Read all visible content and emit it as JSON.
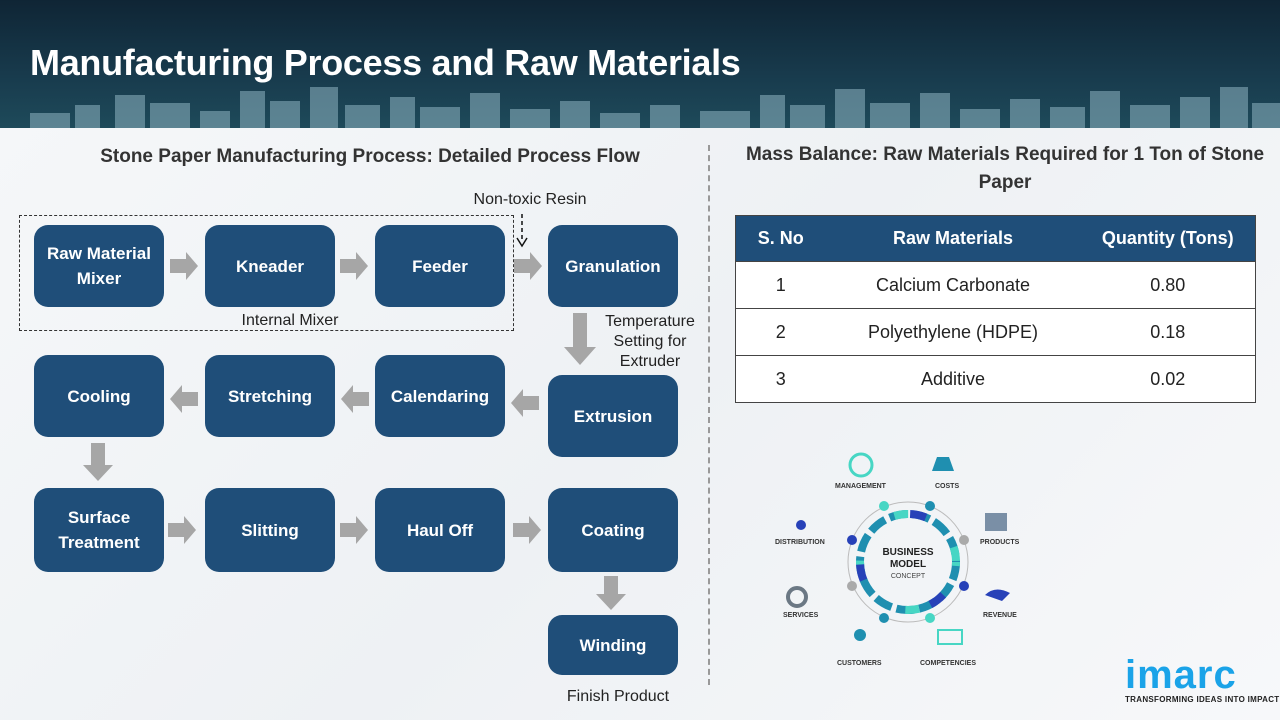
{
  "header": {
    "title": "Manufacturing Process and Raw Materials"
  },
  "process": {
    "title": "Stone Paper Manufacturing Process: Detailed Process Flow",
    "steps": [
      "Raw Material Mixer",
      "Kneader",
      "Feeder",
      "Granulation",
      "Extrusion",
      "Calendaring",
      "Stretching",
      "Cooling",
      "Surface Treatment",
      "Slitting",
      "Haul Off",
      "Coating",
      "Winding"
    ],
    "notes": {
      "resin": "Non-toxic Resin",
      "internal_mixer": "Internal Mixer",
      "temperature": "Temperature Setting for Extruder",
      "finish": "Finish Product"
    }
  },
  "mass_balance": {
    "title": "Mass Balance: Raw Materials Required for 1 Ton of Stone Paper",
    "columns": [
      "S. No",
      "Raw Materials",
      "Quantity (Tons)"
    ],
    "rows": [
      [
        "1",
        "Calcium Carbonate",
        "0.80"
      ],
      [
        "2",
        "Polyethylene (HDPE)",
        "0.18"
      ],
      [
        "3",
        "Additive",
        "0.02"
      ]
    ]
  },
  "business_model": {
    "center": [
      "BUSINESS",
      "MODEL",
      "CONCEPT"
    ],
    "labels": [
      "MANAGEMENT",
      "COSTS",
      "PRODUCTS",
      "REVENUE",
      "COMPETENCIES",
      "CUSTOMERS",
      "SERVICES",
      "DISTRIBUTION"
    ]
  },
  "brand": {
    "name": "imarc",
    "tagline": "TRANSFORMING IDEAS INTO IMPACT",
    "color": "#1aa3e8"
  },
  "colors": {
    "box": "#1f4e79",
    "arrow": "#a6a6a6"
  }
}
